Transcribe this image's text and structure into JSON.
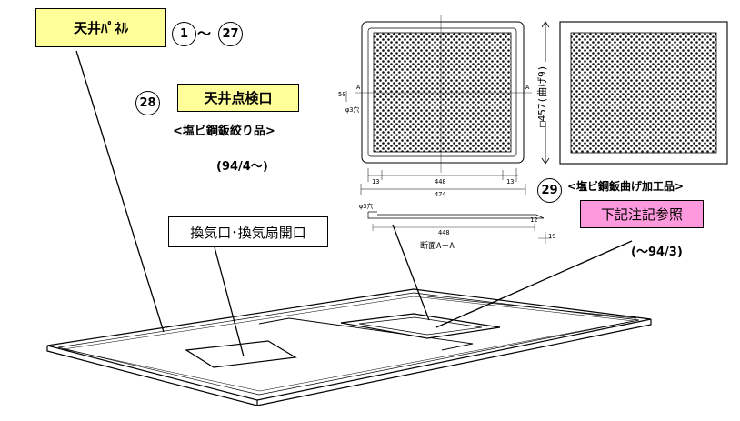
{
  "labels": {
    "ceiling_panel": "天井ﾊﾟﾈﾙ",
    "inspection_port": "天井点検口",
    "vent_opening": "換気口･換気扇開口",
    "see_note": "下記注記参照"
  },
  "numbers": {
    "range_start": "1",
    "range_sep": "〜",
    "range_end": "27",
    "item_28": "28",
    "item_29": "29"
  },
  "notes": {
    "pvc_embossed": "<塩ビ鋼鈑絞り品>",
    "since_date": "(94/4〜)",
    "pvc_bent": "<塩ビ鋼鈑曲げ加工品>",
    "until_date": "(〜94/3)"
  },
  "dimensions": {
    "side_457": "□457(曲げ9)",
    "d13_left": "13",
    "d448_top": "448",
    "d13_right": "13",
    "d474": "474",
    "d448_bottom": "448",
    "hole_3": "φ3穴",
    "hole_3b": "φ3穴",
    "d50": "50",
    "a_left": "A",
    "a_right": "A",
    "d12": "12",
    "d19": "19",
    "section": "断面A－A"
  },
  "colors": {
    "label_yellow": "#ffff99",
    "label_pink": "#ff99dd"
  }
}
